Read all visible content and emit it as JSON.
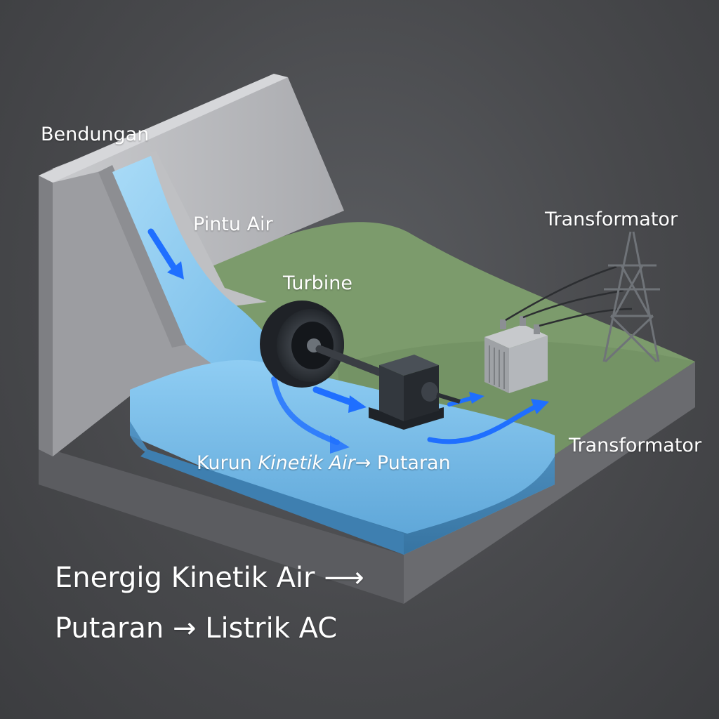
{
  "labels": {
    "dam": "Bendungan",
    "gate": "Pintu Air",
    "turbine": "Turbine",
    "transformer_top": "Transformator",
    "transformer_right": "Transformator",
    "flow_prefix": "Kurun ",
    "flow_italic": "Kinetik Air",
    "flow_suffix": "→  Putaran",
    "caption_line1": "Energig Kinetik Air ⟶",
    "caption_line2": "Putaran → Listrik AC"
  },
  "colors": {
    "background": "#48494c",
    "concrete": "#b9babd",
    "grass": "#7a9a6a",
    "water": "#6fb2e0",
    "arrow": "#1f6fff",
    "machine": "#2c3036"
  },
  "icons": [
    "flow-arrow-icon",
    "turbine-icon",
    "generator-icon",
    "transformer-icon",
    "pylon-icon"
  ]
}
